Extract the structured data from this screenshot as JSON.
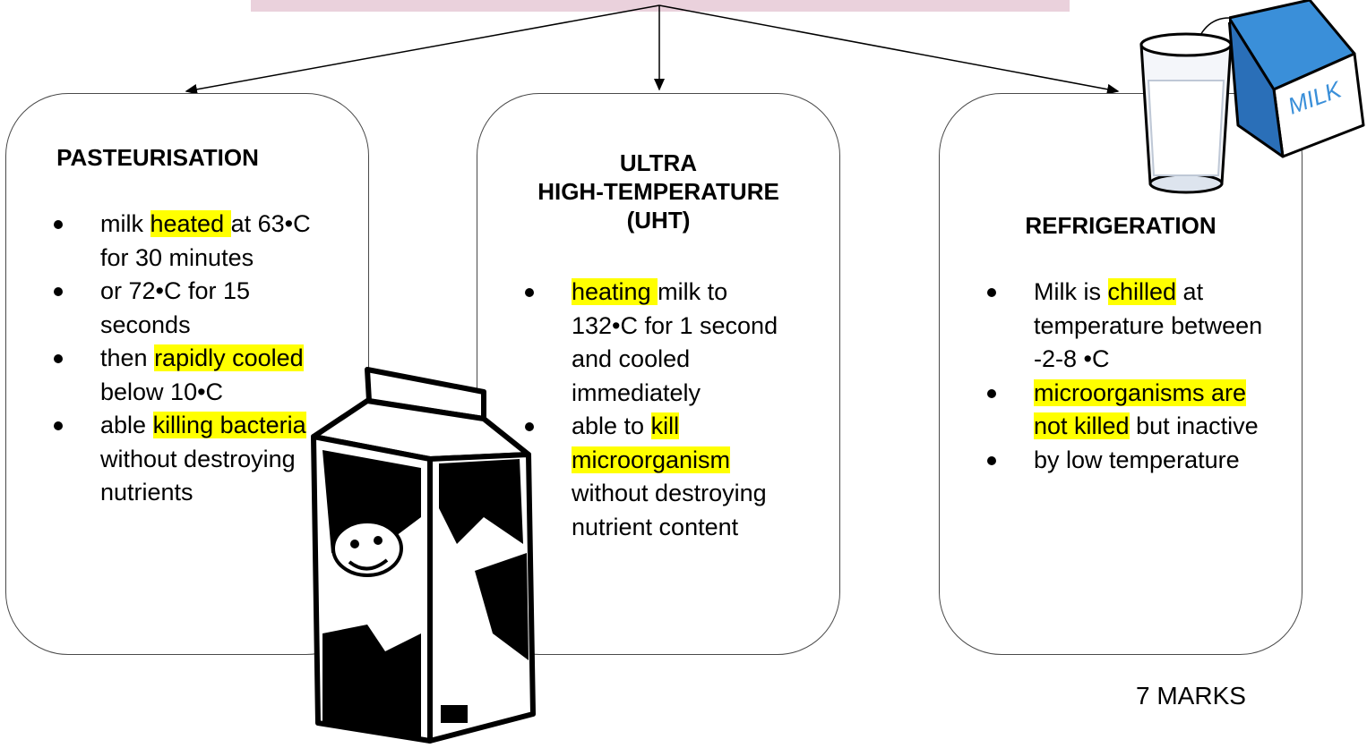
{
  "methods": [
    {
      "title_lines": [
        "PASTEURISATION"
      ],
      "bullets": [
        [
          {
            "t": "milk "
          },
          {
            "t": "heated ",
            "hl": true
          },
          {
            "t": "at 63•C for 30 minutes"
          }
        ],
        [
          {
            "t": "or 72•C for 15 seconds"
          }
        ],
        [
          {
            "t": "then "
          },
          {
            "t": "rapidly cooled",
            "hl": true
          },
          {
            "t": " below 10•C"
          }
        ],
        [
          {
            "t": "able "
          },
          {
            "t": "killing bacteria",
            "hl": true
          },
          {
            "t": " without destroying nutrients"
          }
        ]
      ]
    },
    {
      "title_lines": [
        "ULTRA",
        "HIGH-TEMPERATURE",
        "(UHT)"
      ],
      "bullets": [
        [
          {
            "t": "heating ",
            "hl": true
          },
          {
            "t": "milk to 132•C for 1 second and cooled immediately"
          }
        ],
        [
          {
            "t": "able to "
          },
          {
            "t": "kill microorganism",
            "hl": true
          },
          {
            "t": " without destroying nutrient content"
          }
        ]
      ]
    },
    {
      "title_lines": [
        "REFRIGERATION"
      ],
      "bullets": [
        [
          {
            "t": "Milk is "
          },
          {
            "t": "chilled",
            "hl": true
          },
          {
            "t": " at temperature between -2-8 •C"
          }
        ],
        [
          {
            "t": "microorganisms are not killed",
            "hl": true
          },
          {
            "t": " but inactive"
          }
        ],
        [
          {
            "t": "by low temperature"
          }
        ]
      ]
    }
  ],
  "marks_label": "7 MARKS",
  "milk_carton_label": "MILK",
  "colors": {
    "highlight": "#ffff00",
    "title_bar": "#ead1dc",
    "glass_blue": "#3a8fd9"
  }
}
